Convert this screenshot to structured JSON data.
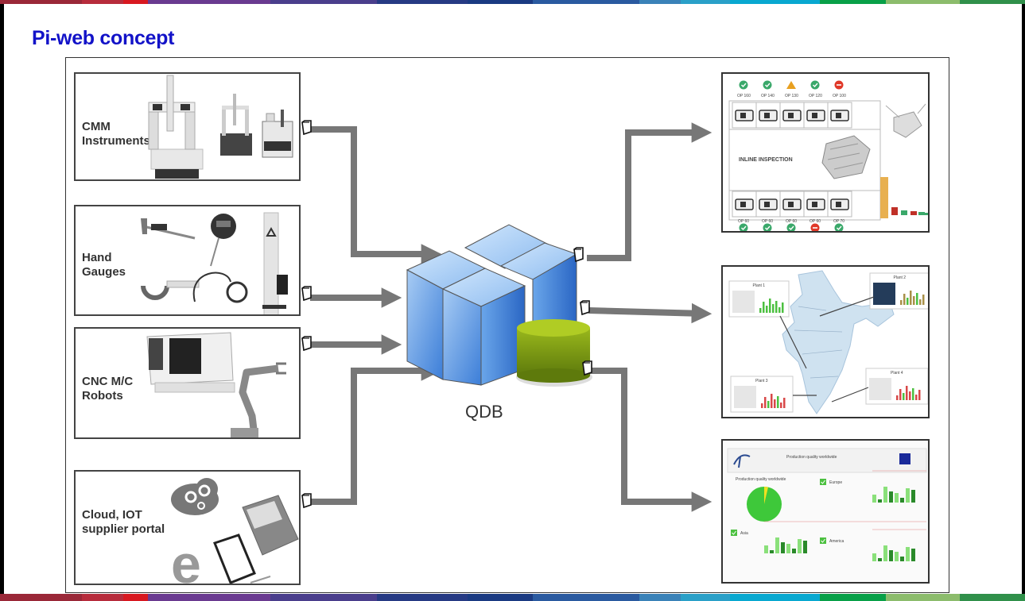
{
  "slide": {
    "title": "Pi-web concept",
    "title_color": "#1212c8",
    "stripe_colors": [
      "#9a2838",
      "#b72c3c",
      "#d81820",
      "#6a3a90",
      "#4a3e8c",
      "#263a84",
      "#1a3a82",
      "#2a5aa0",
      "#3a82b8",
      "#2aa0c8",
      "#08a8d0",
      "#08a048",
      "#8cbc6c",
      "#30904a"
    ]
  },
  "sources": [
    {
      "label_line1": "CMM",
      "label_line2": "Instruments",
      "icon": "cmm-machine-icon"
    },
    {
      "label_line1": "Hand",
      "label_line2": "Gauges",
      "icon": "caliper-gauge-icon"
    },
    {
      "label_line1": "CNC M/C",
      "label_line2": "Robots",
      "icon": "cnc-robot-icon"
    },
    {
      "label_line1": "Cloud, IOT",
      "label_line2": "supplier portal",
      "icon": "cloud-browser-icon"
    }
  ],
  "hub": {
    "label": "QDB",
    "icon": "server-database-icon",
    "server_color": "#5a9ee8",
    "database_color": "#8aa818"
  },
  "outputs": {
    "inline_inspection": {
      "title": "INLINE INSPECTION",
      "top_ops": [
        {
          "label": "OP 160",
          "status": "ok"
        },
        {
          "label": "OP 140",
          "status": "ok"
        },
        {
          "label": "OP 130",
          "status": "warning"
        },
        {
          "label": "OP 120",
          "status": "ok"
        },
        {
          "label": "OP 100",
          "status": "error"
        }
      ],
      "bottom_ops": [
        {
          "label": "OP 60",
          "status": "ok"
        },
        {
          "label": "OP 60",
          "status": "ok"
        },
        {
          "label": "OP 60",
          "status": "ok"
        },
        {
          "label": "OP 60",
          "status": "error"
        },
        {
          "label": "OP 70",
          "status": "ok"
        }
      ]
    },
    "plant_map": {
      "plants": [
        "Plant 1",
        "Plant 2",
        "Plant 3",
        "Plant 4"
      ]
    },
    "dashboard": {
      "title": "Production quality worldwide",
      "pie_title": "Production quality worldwide",
      "regions": [
        "Europe",
        "Asia",
        "America"
      ]
    }
  },
  "status_colors": {
    "ok": "#3aa86a",
    "warning": "#e8a020",
    "error": "#e03828"
  },
  "connector_color": "#777777"
}
